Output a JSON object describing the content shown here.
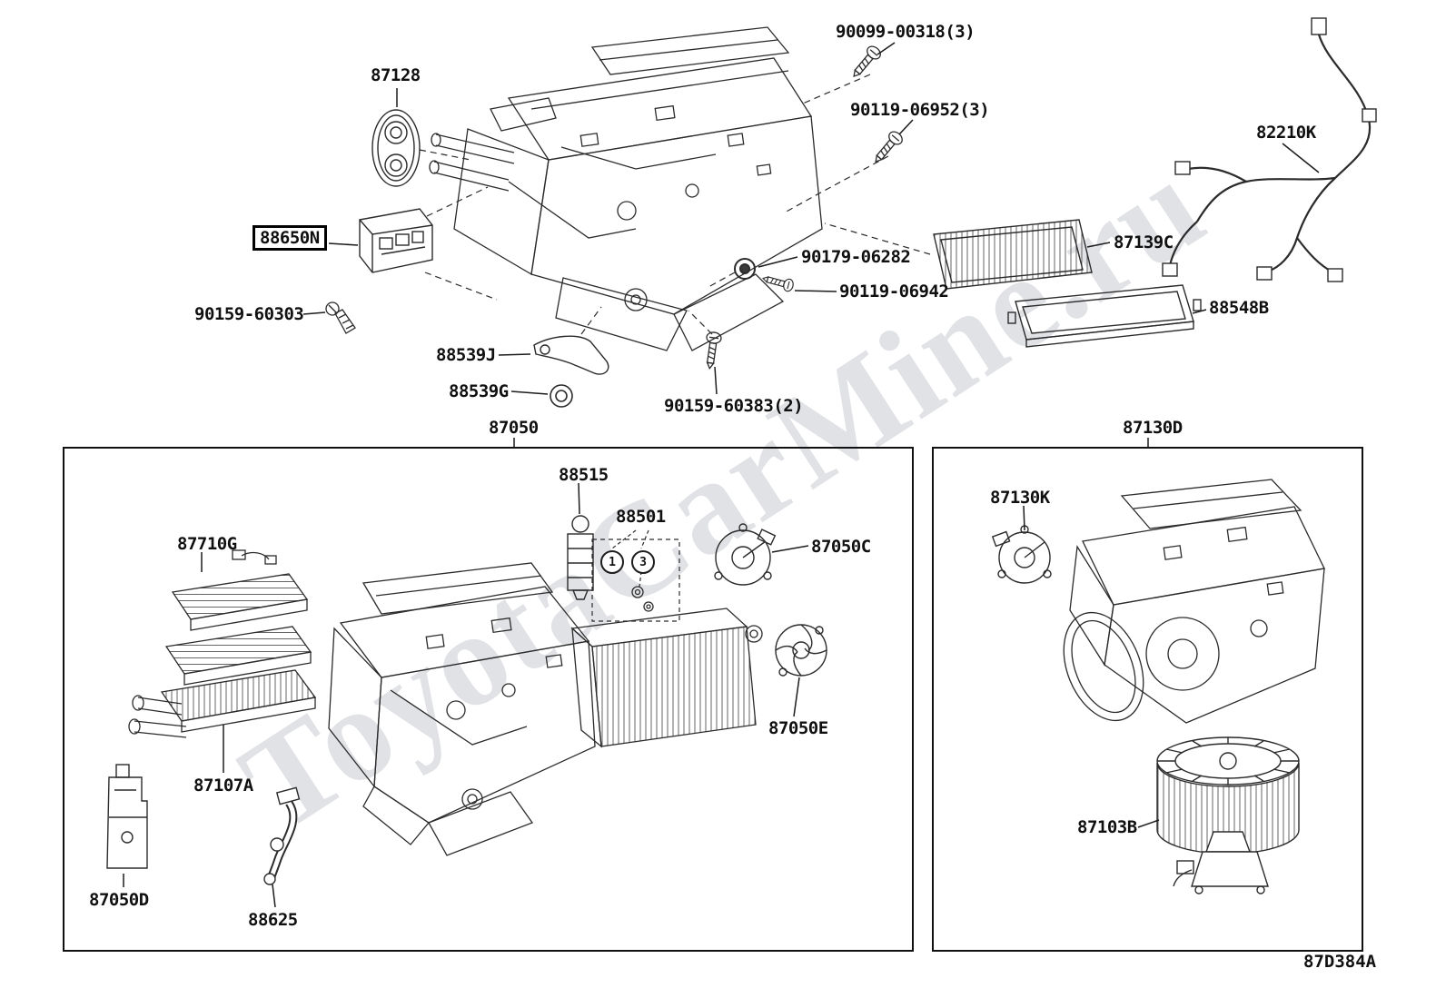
{
  "diagram": {
    "code": "87D384A",
    "watermark": "ToyotaCarMine.ru"
  },
  "labels": {
    "p90099": "90099-00318(3)",
    "p87128": "87128",
    "p90119a": "90119-06952(3)",
    "p82210K": "82210K",
    "p88650N": "88650N",
    "p87139C": "87139C",
    "p90179": "90179-06282",
    "p90119b": "90119-06942",
    "p88548B": "88548B",
    "p90159a": "90159-60303",
    "p88539J": "88539J",
    "p88539G": "88539G",
    "p90159b": "90159-60383(2)",
    "p87050": "87050",
    "p87130D": "87130D",
    "p88515": "88515",
    "p88501": "88501",
    "p87710G": "87710G",
    "p87050C": "87050C",
    "p87050E": "87050E",
    "p87107A": "87107A",
    "p87050D": "87050D",
    "p88625": "88625",
    "p87130K": "87130K",
    "p87103B": "87103B"
  },
  "callouts": {
    "c1": "1",
    "c3": "3"
  }
}
